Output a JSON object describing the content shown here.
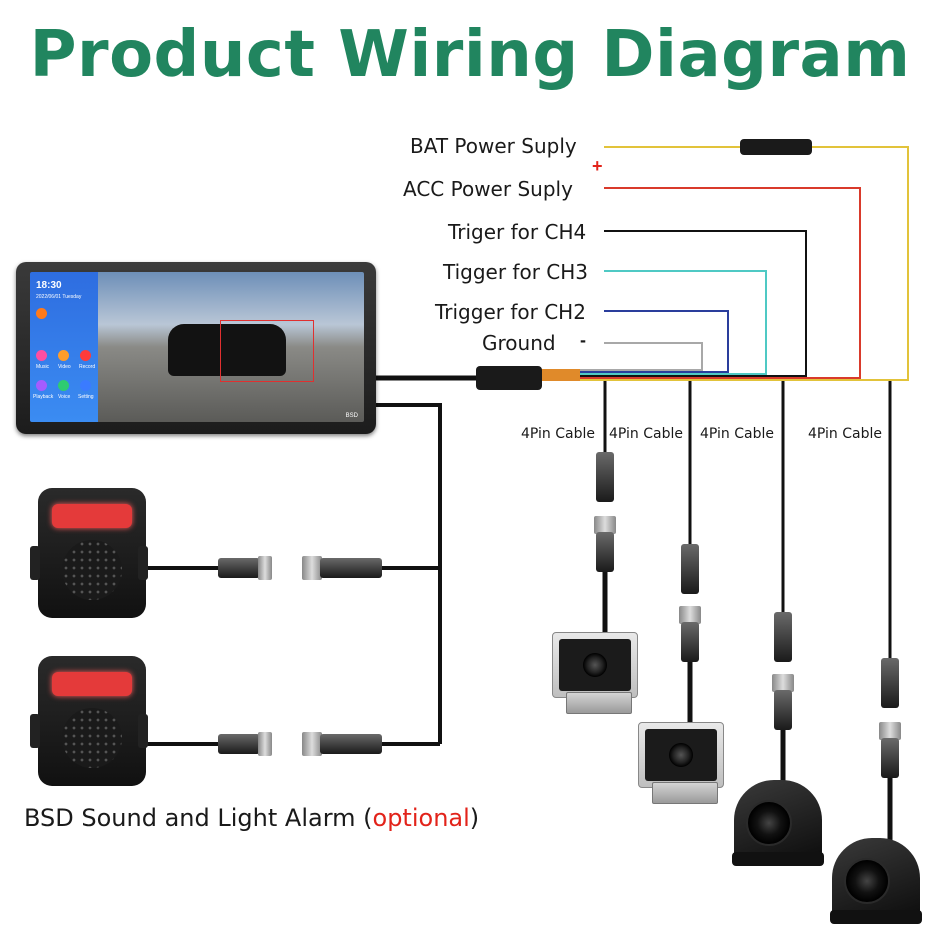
{
  "title": "Product Wiring Diagram",
  "power_labels": {
    "bat": "BAT Power Suply",
    "acc": "ACC Power Suply",
    "trig_ch4": "Triger for CH4",
    "trig_ch3": "Tigger for CH3",
    "trig_ch2": "Trigger for CH2",
    "ground": "Ground",
    "plus_sign": "+",
    "minus_sign": "-"
  },
  "cable_labels": [
    "4Pin Cable",
    "4Pin Cable",
    "4Pin Cable",
    "4Pin Cable"
  ],
  "monitor": {
    "time": "18:30",
    "date": "2022/06/01 Tuesday",
    "apps": [
      "Music",
      "Video",
      "Record",
      "Playback",
      "Voice",
      "Setting"
    ],
    "bsd": "BSD"
  },
  "alarm": {
    "caption_main": "BSD Sound and Light Alarm (",
    "caption_optional": "optional",
    "caption_close": ")"
  },
  "wire_colors": {
    "bat": "#e2c33a",
    "acc": "#d93a2b",
    "ch4": "#111111",
    "ch3": "#4fc9c4",
    "ch2": "#2a3d9c",
    "ground": "#a8a8a8"
  },
  "title_color": "#21855f",
  "optional_color": "#e2231a"
}
